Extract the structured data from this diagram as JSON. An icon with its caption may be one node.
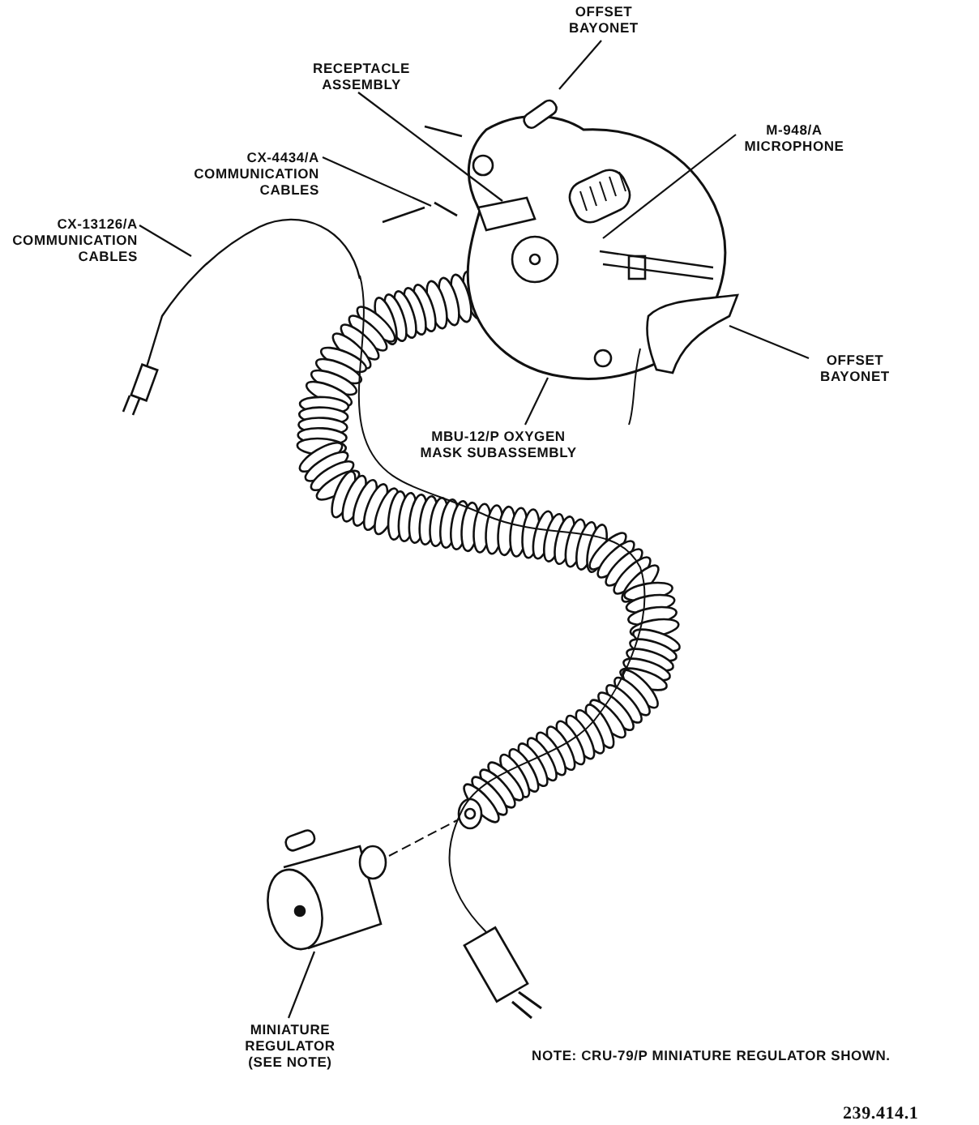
{
  "diagram": {
    "nodes": [
      {
        "text": [
          "OFFSET BAYONET"
        ]
      },
      {
        "text": [
          "RECEPTACLE ASSEMBLY"
        ]
      },
      {
        "text": [
          "CX-4434/A COMMUNICATION CABLES"
        ]
      },
      {
        "text": [
          "CX-13126/A COMMUNICATION CABLES"
        ]
      },
      {
        "text": [
          "M-948/A MICROPHONE"
        ]
      },
      {
        "text": [
          "OFFSET BAYONET"
        ]
      },
      {
        "text": [
          "MBU-12/P OXYGEN MASK SUBASSEMBLY"
        ]
      },
      {
        "text": [
          "MINIATURE REGULATOR (SEE NOTE)"
        ]
      }
    ],
    "edges": [
      {
        "from": 0,
        "to": null,
        "arrow": "none"
      },
      {
        "from": 1,
        "to": null,
        "arrow": "none"
      },
      {
        "from": 2,
        "to": null,
        "arrow": "none"
      },
      {
        "from": 3,
        "to": null,
        "arrow": "none"
      },
      {
        "from": 4,
        "to": null,
        "arrow": "none"
      },
      {
        "from": 5,
        "to": null,
        "arrow": "none"
      },
      {
        "from": 6,
        "to": null,
        "arrow": "none"
      },
      {
        "from": 7,
        "to": null,
        "arrow": "none"
      }
    ],
    "labels": [
      "NOTE: CRU-79/P MINIATURE REGULATOR SHOWN.",
      "239.414.1"
    ]
  }
}
